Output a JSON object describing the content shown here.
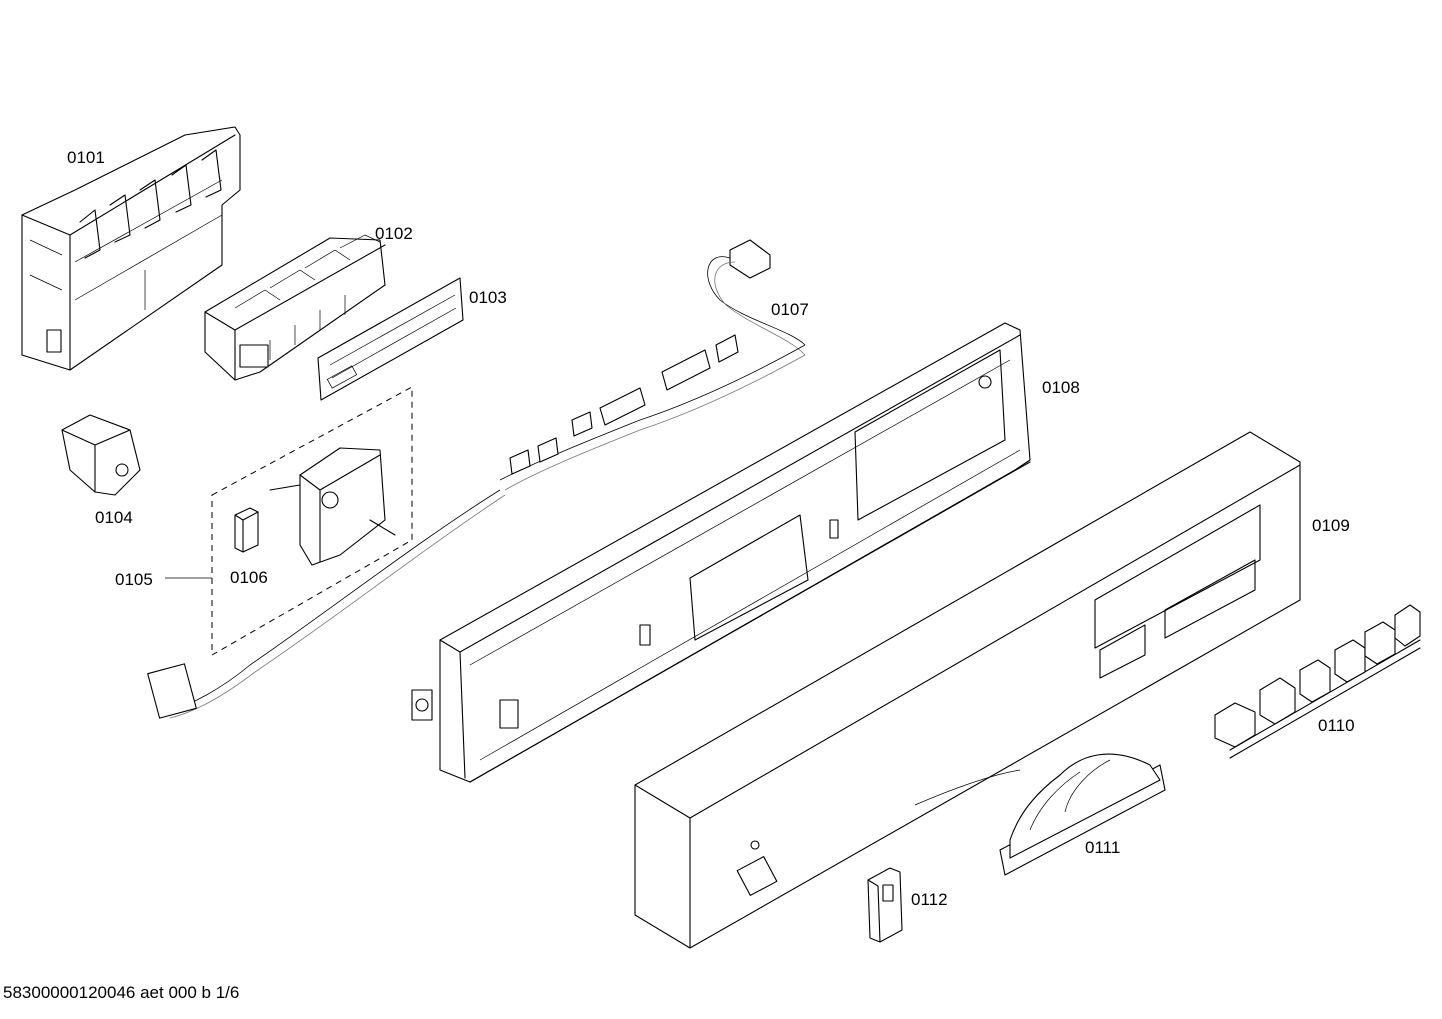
{
  "diagram": {
    "part_labels": [
      "0101",
      "0102",
      "0103",
      "0104",
      "0105",
      "0106",
      "0107",
      "0108",
      "0109",
      "0110",
      "0111",
      "0112"
    ],
    "footer": "58300000120046 aet 000 b 1/6"
  }
}
